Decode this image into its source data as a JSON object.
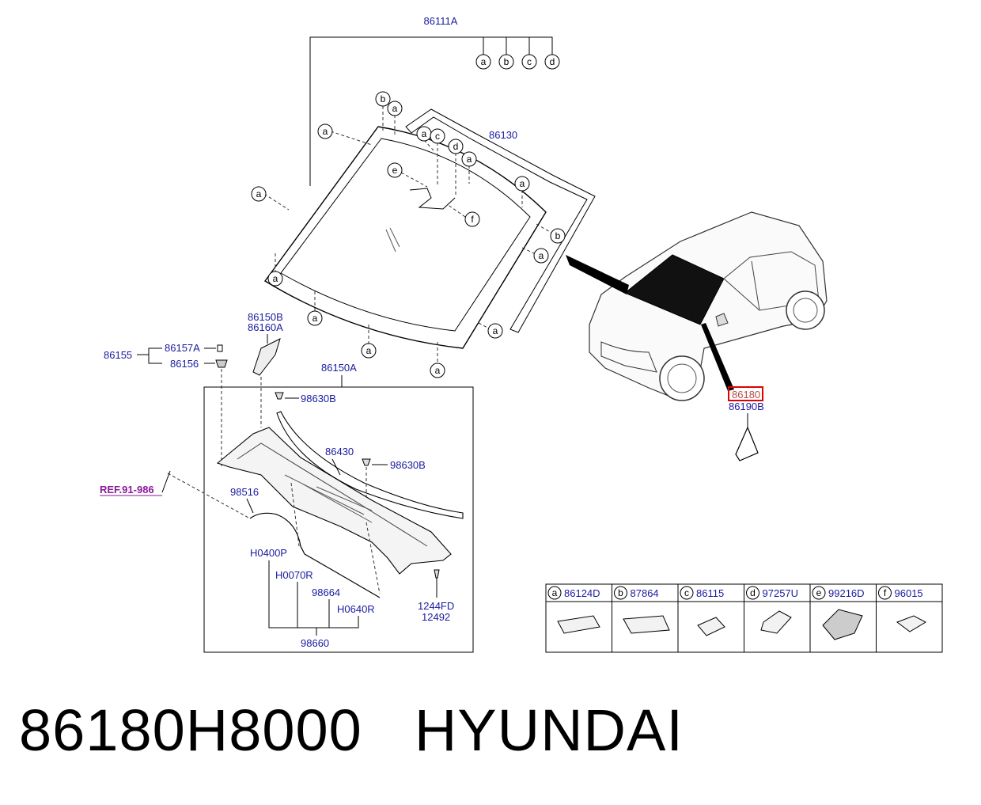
{
  "caption": {
    "part_number": "86180H8000",
    "brand": "HYUNDAI"
  },
  "labels": {
    "windshield_assy": "86111A",
    "moulding": "86130",
    "mirror_bracket": "86180",
    "mirror_bracket_b": "86190B",
    "cowl_side_b": "86150B",
    "cowl_side_a": "86160A",
    "cowl_panel": "86150A",
    "clip_group": "86155",
    "screw": "86157A",
    "clip": "86156",
    "grommet_1": "98630B",
    "grommet_2": "98630B",
    "weatherstrip": "86430",
    "hose": "98516",
    "ref": "REF.91-986",
    "h0400p": "H0400P",
    "h0070r": "H0070R",
    "h98664": "98664",
    "h0640r": "H0640R",
    "bolt_1": "1244FD",
    "bolt_2": "12492",
    "hose_assy": "98660"
  },
  "callout_letters": [
    "a",
    "b",
    "c",
    "d",
    "e",
    "f"
  ],
  "legend": [
    {
      "letter": "a",
      "part": "86124D"
    },
    {
      "letter": "b",
      "part": "87864"
    },
    {
      "letter": "c",
      "part": "86115"
    },
    {
      "letter": "d",
      "part": "97257U"
    },
    {
      "letter": "e",
      "part": "99216D"
    },
    {
      "letter": "f",
      "part": "96015"
    }
  ],
  "colors": {
    "label": "#1a1aa0",
    "ref": "#8a1a9a",
    "highlight": "#e00000"
  }
}
